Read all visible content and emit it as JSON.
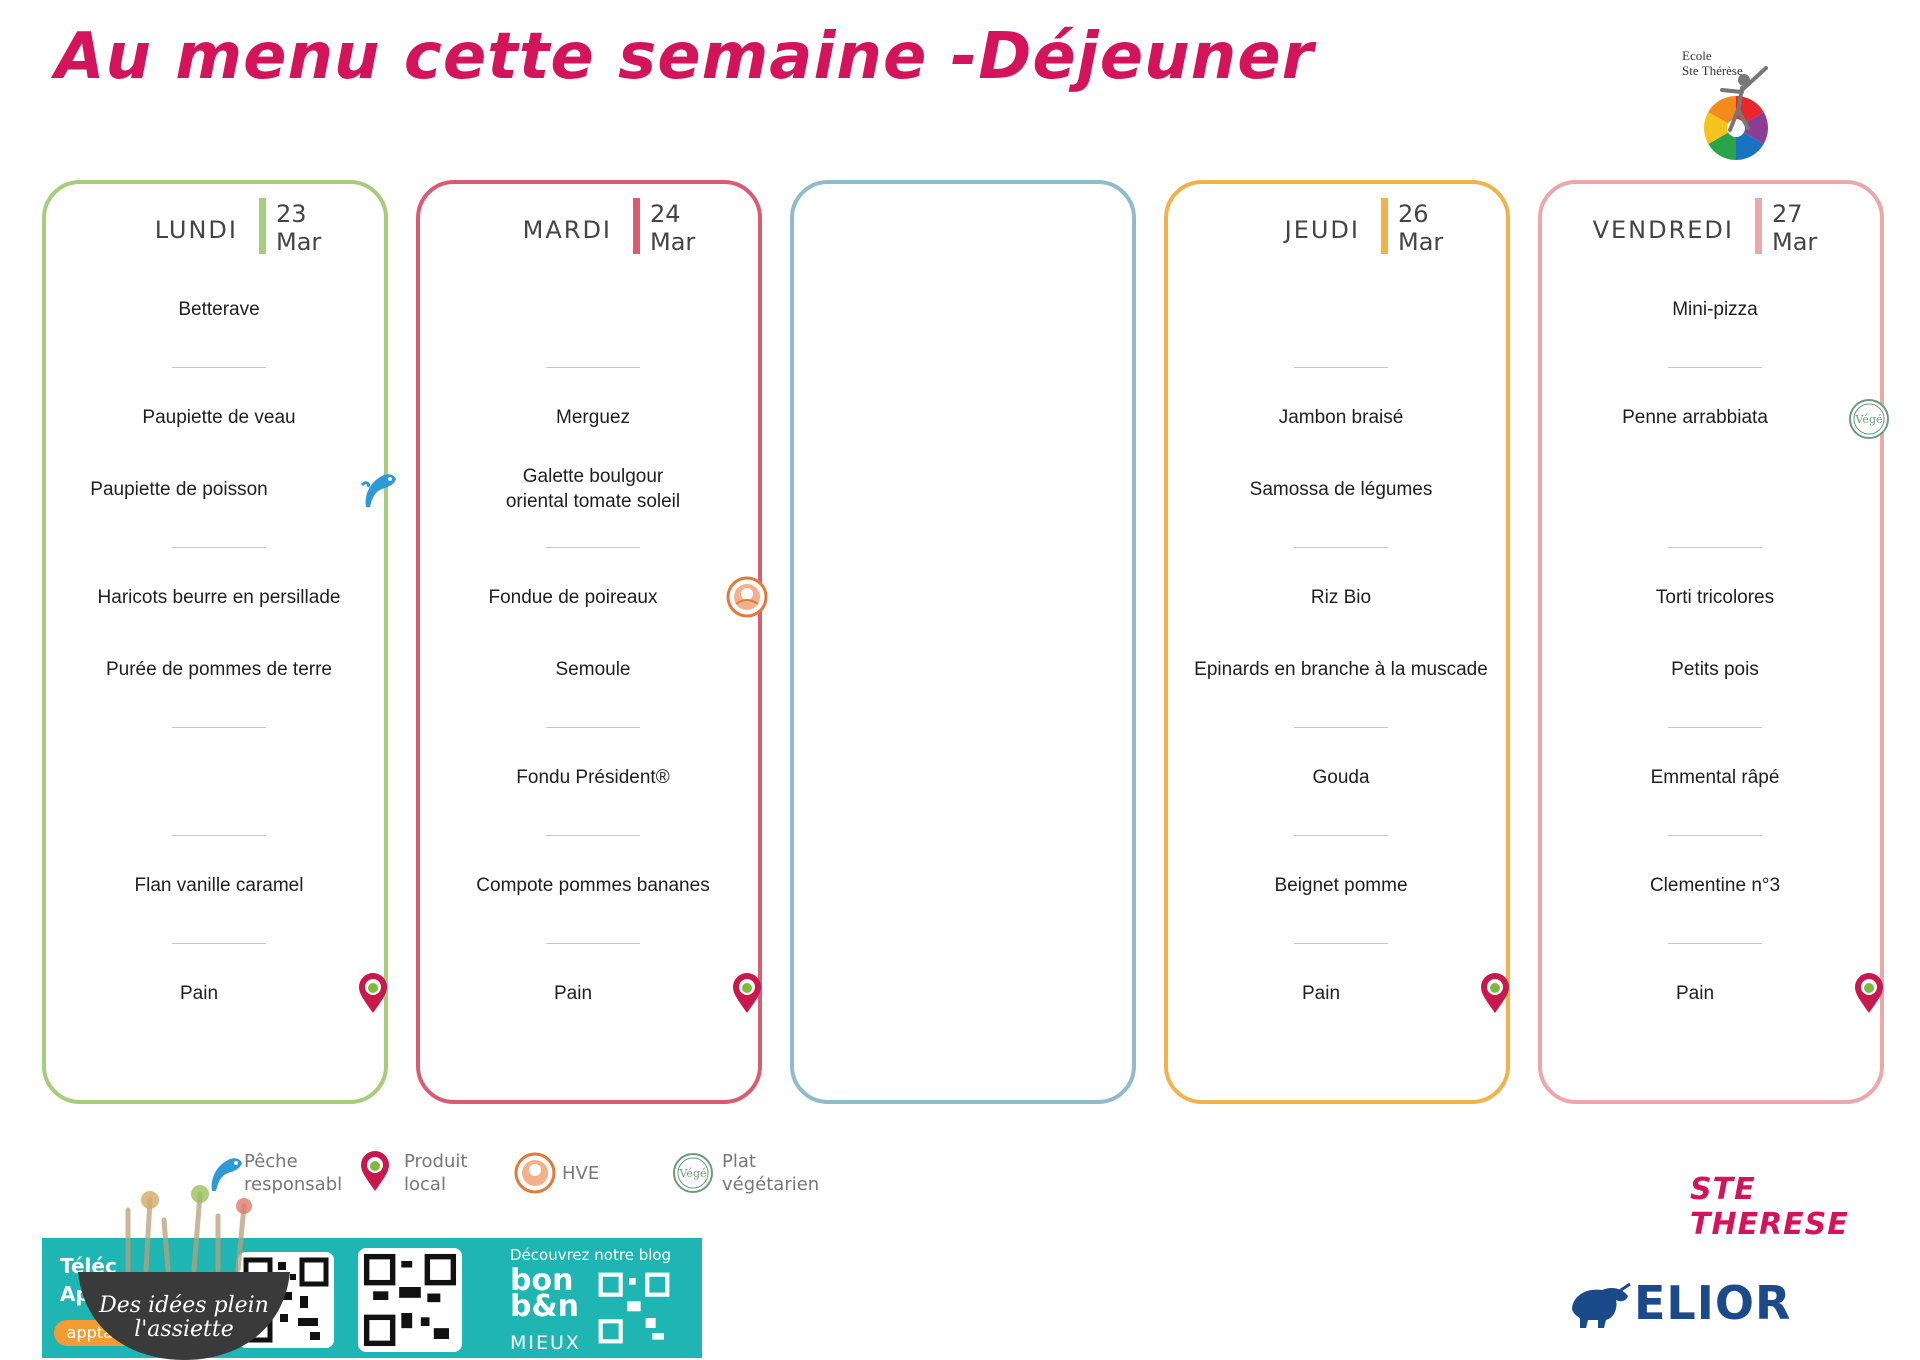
{
  "title": "Au menu cette semaine -Déjeuner",
  "school": {
    "line1": "Ecole",
    "line2": "Ste Thérèse"
  },
  "days": [
    {
      "name": "LUNDI",
      "num": "23",
      "month": "Mar",
      "color": "#a5cd7c",
      "items": [
        "Betterave",
        "Paupiette de veau",
        "Paupiette de poisson",
        "Haricots beurre en persillade",
        "Purée de pommes de terre",
        "Flan vanille caramel",
        "Pain"
      ]
    },
    {
      "name": "MARDI",
      "num": "24",
      "month": "Mar",
      "color": "#d95c72",
      "items": [
        "Merguez",
        "Galette boulgour",
        "oriental tomate soleil",
        "Fondue de poireaux",
        "Semoule",
        "Fondu Président®",
        "Compote pommes bananes",
        "Pain"
      ]
    },
    {
      "color": "#8fbcc8"
    },
    {
      "name": "JEUDI",
      "num": "26",
      "month": "Mar",
      "color": "#f0b34a",
      "items": [
        "Jambon braisé",
        "Samossa de légumes",
        "Riz Bio",
        "Epinards en branche à la muscade",
        "Gouda",
        "Beignet pomme",
        "Pain"
      ]
    },
    {
      "name": "VENDREDI",
      "num": "27",
      "month": "Mar",
      "color": "#eaa8ad",
      "items": [
        "Mini-pizza",
        "Penne arrabbiata",
        "Torti tricolores",
        "Petits pois",
        "Emmental râpé",
        "Clementine n°3",
        "Pain"
      ]
    }
  ],
  "legend": {
    "peche": [
      "Pêche",
      "responsabl"
    ],
    "local": [
      "Produit",
      "local"
    ],
    "hve": "HVE",
    "vege": [
      "Plat",
      "végétarien"
    ]
  },
  "vege_badge": "Végé",
  "site": "STE THERESE",
  "brand": "ELIOR",
  "banner": {
    "tele": "Téléc",
    "app": "App'T",
    "apptable": "apptable",
    "blog": "Découvrez notre blog",
    "bonbon1": "bon",
    "bonbon2": "b&n",
    "mieux": "MIEUX",
    "plate": [
      "Des idées plein",
      "l'assiette"
    ]
  },
  "colors": {
    "accent": "#d4145a",
    "banner": "#1fb5b2",
    "brand": "#1a4a8a"
  }
}
